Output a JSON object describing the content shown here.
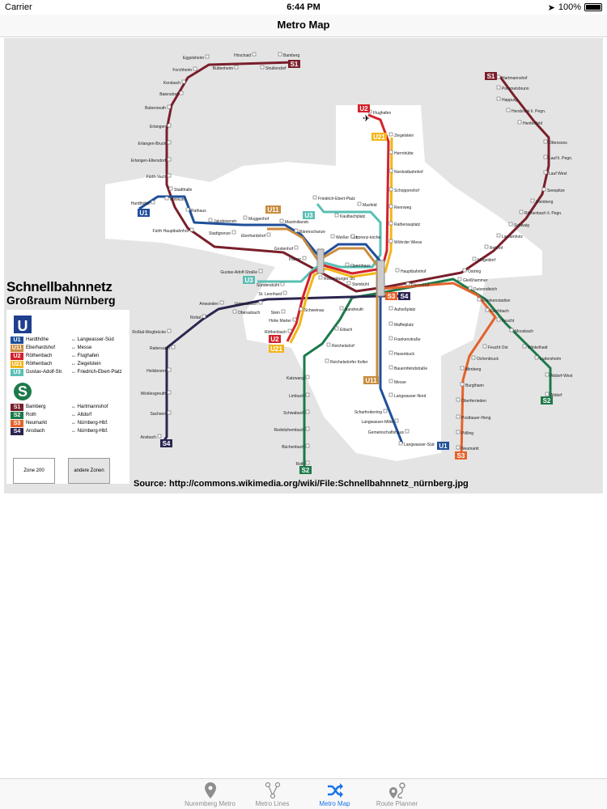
{
  "status": {
    "carrier": "Carrier",
    "time": "6:44 PM",
    "battery": "100%"
  },
  "nav": {
    "title": "Metro Map"
  },
  "legend": {
    "title1": "Schnellbahnnetz",
    "title2": "Großraum Nürnberg",
    "u_symbol": "U",
    "s_symbol": "S",
    "u_lines": [
      {
        "line": "U1",
        "from": "Hardthöhe",
        "to": "Langwasser-Süd",
        "color": "#1f4f9a"
      },
      {
        "line": "U11",
        "from": "Eberhardshof",
        "to": "Messe",
        "color": "#c98b3e"
      },
      {
        "line": "U2",
        "from": "Röthenbach",
        "to": "Flughafen",
        "color": "#d3222a"
      },
      {
        "line": "U21",
        "from": "Röthenbach",
        "to": "Ziegelstein",
        "color": "#f2b619"
      },
      {
        "line": "U3",
        "from": "Gustav-Adolf-Str.",
        "to": "Friedrich-Ebert-Platz",
        "color": "#5bbfb5"
      }
    ],
    "s_lines": [
      {
        "line": "S1",
        "from": "Bamberg",
        "to": "Hartmannshof",
        "color": "#7a1f2b"
      },
      {
        "line": "S2",
        "from": "Roth",
        "to": "Altdorf",
        "color": "#1c7a4a"
      },
      {
        "line": "S3",
        "from": "Neumarkt",
        "to": "Nürnberg-Hbf.",
        "color": "#e4632b"
      },
      {
        "line": "S4",
        "from": "Ansbach",
        "to": "Nürnberg-Hbf.",
        "color": "#2a2550"
      }
    ],
    "arrow": "↔",
    "zone1": "Zone 200",
    "zone2": "andere Zonen"
  },
  "map": {
    "stations": [
      "Bamberg",
      "Hirschaid",
      "Strullendorf",
      "Buttenheim",
      "Eggolsheim",
      "Forchheim",
      "Kersbach",
      "Baiersdorf",
      "Bubenreuth",
      "Erlangen",
      "Erlangen-Bruck",
      "Erlangen-Eltersdorf",
      "Fürth-Vach",
      "Stadthalle",
      "Klinikum",
      "Rathaus",
      "Hardthöhe",
      "Fürth Hauptbahnhof",
      "Jakobinenstr.",
      "Stadtgrenze",
      "Muggenhof",
      "Eberhardshof",
      "Maximilianstr.",
      "Bärenschanze",
      "Gostenhof",
      "Plärrer",
      "Friedrich-Ebert-Platz",
      "Kaulbachplatz",
      "Maxfeld",
      "Weißer Turm",
      "Lorenz-kirche",
      "Opernhaus",
      "Gustav-Adolf-Straße",
      "Sündersbühl",
      "Rothenburger Str.",
      "Steinbühl",
      "St. Leonhard",
      "Unterasbach",
      "Anwanden",
      "Oberasbach",
      "Stein",
      "Schweinau",
      "Hohe Marter",
      "Röthenbach",
      "Rottal",
      "Roßtal-Wegbrücke",
      "Raitersaich",
      "Heilsbronn",
      "Wicklesgreuth",
      "Sachsen",
      "Ansbach",
      "Sandreuth",
      "Eibach",
      "Reichelsdorf",
      "Reichelsdorfer Keller",
      "Katzwang",
      "Limbach",
      "Schwabach",
      "Rednitzhembach",
      "Büchenbach",
      "Roth",
      "Hauptbahnhof",
      "Aufseßplatz",
      "Maffeiplatz",
      "Frankenstraße",
      "Hasenbuck",
      "Bauernfeindstraße",
      "Messe",
      "Langwasser-Nord",
      "Scharfreiterring",
      "Langwasser-Mitte",
      "Gemeinschaftshaus",
      "Langwasser-Süd",
      "Flughafen",
      "Ziegelstein",
      "Herrnhütte",
      "Nordostbahnhof",
      "Schoppershof",
      "Rennweg",
      "Rathenauplatz",
      "Wöhrder Wiese",
      "Dürrenhof",
      "Ostring",
      "Gleißhammer",
      "Dutzendteich",
      "Frankenstadion",
      "Fischbach",
      "Feucht",
      "Moosbach",
      "Winkelhaid",
      "Ludersheim",
      "Altdorf-West",
      "Altdorf",
      "Feucht Ost",
      "Ochenbruck",
      "Mimberg",
      "Burgthann",
      "Oberferrieden",
      "Postbauer-Heng",
      "Pölling",
      "Neumarkt",
      "Hartmannshof",
      "Pommelsbrunn",
      "Happurg",
      "Hersbruck li. Pegn.",
      "Henfenfeld",
      "Ottensoos",
      "Lauf li. Pegn.",
      "Lauf West",
      "Seespitze",
      "Steinberg",
      "Röthenbach li. Pegn.",
      "Schwaig",
      "Laufamholz",
      "Rehhof",
      "Mögeldorf"
    ],
    "badges": [
      "S1",
      "S1",
      "U1",
      "U11",
      "U3",
      "U3",
      "U2",
      "U21",
      "U2",
      "U21",
      "S3",
      "S4",
      "U11",
      "U1",
      "S4",
      "S2",
      "S2",
      "S3"
    ],
    "source": "Source: http://commons.wikimedia.org/wiki/File:Schnellbahnnetz_nürnberg.jpg"
  },
  "tabs": [
    {
      "label": "Nuremberg Metro",
      "icon": "map-pin-icon"
    },
    {
      "label": "Metro Lines",
      "icon": "branch-icon"
    },
    {
      "label": "Metro Map",
      "icon": "shuffle-icon",
      "active": true
    },
    {
      "label": "Route Planner",
      "icon": "route-icon"
    }
  ]
}
